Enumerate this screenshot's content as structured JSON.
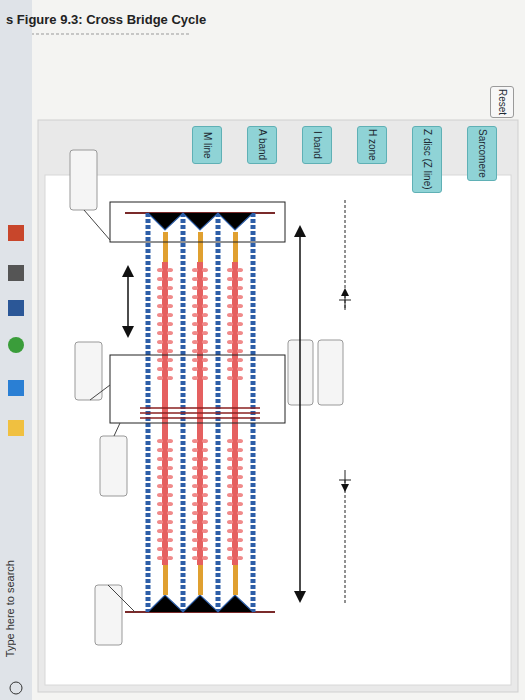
{
  "diagram": {
    "title": "s Figure 9.3: Cross Bridge Cycle",
    "nodes": [
      {
        "text": [
          "Reset"
        ]
      },
      {
        "text": [
          "M line"
        ]
      },
      {
        "text": [
          "A band"
        ]
      },
      {
        "text": [
          "I band"
        ]
      },
      {
        "text": [
          "H zone"
        ]
      },
      {
        "text": [
          "Z disc (Z line)"
        ]
      },
      {
        "text": [
          "Sarcomere"
        ]
      }
    ],
    "labels": [
      "Type here to search"
    ]
  }
}
